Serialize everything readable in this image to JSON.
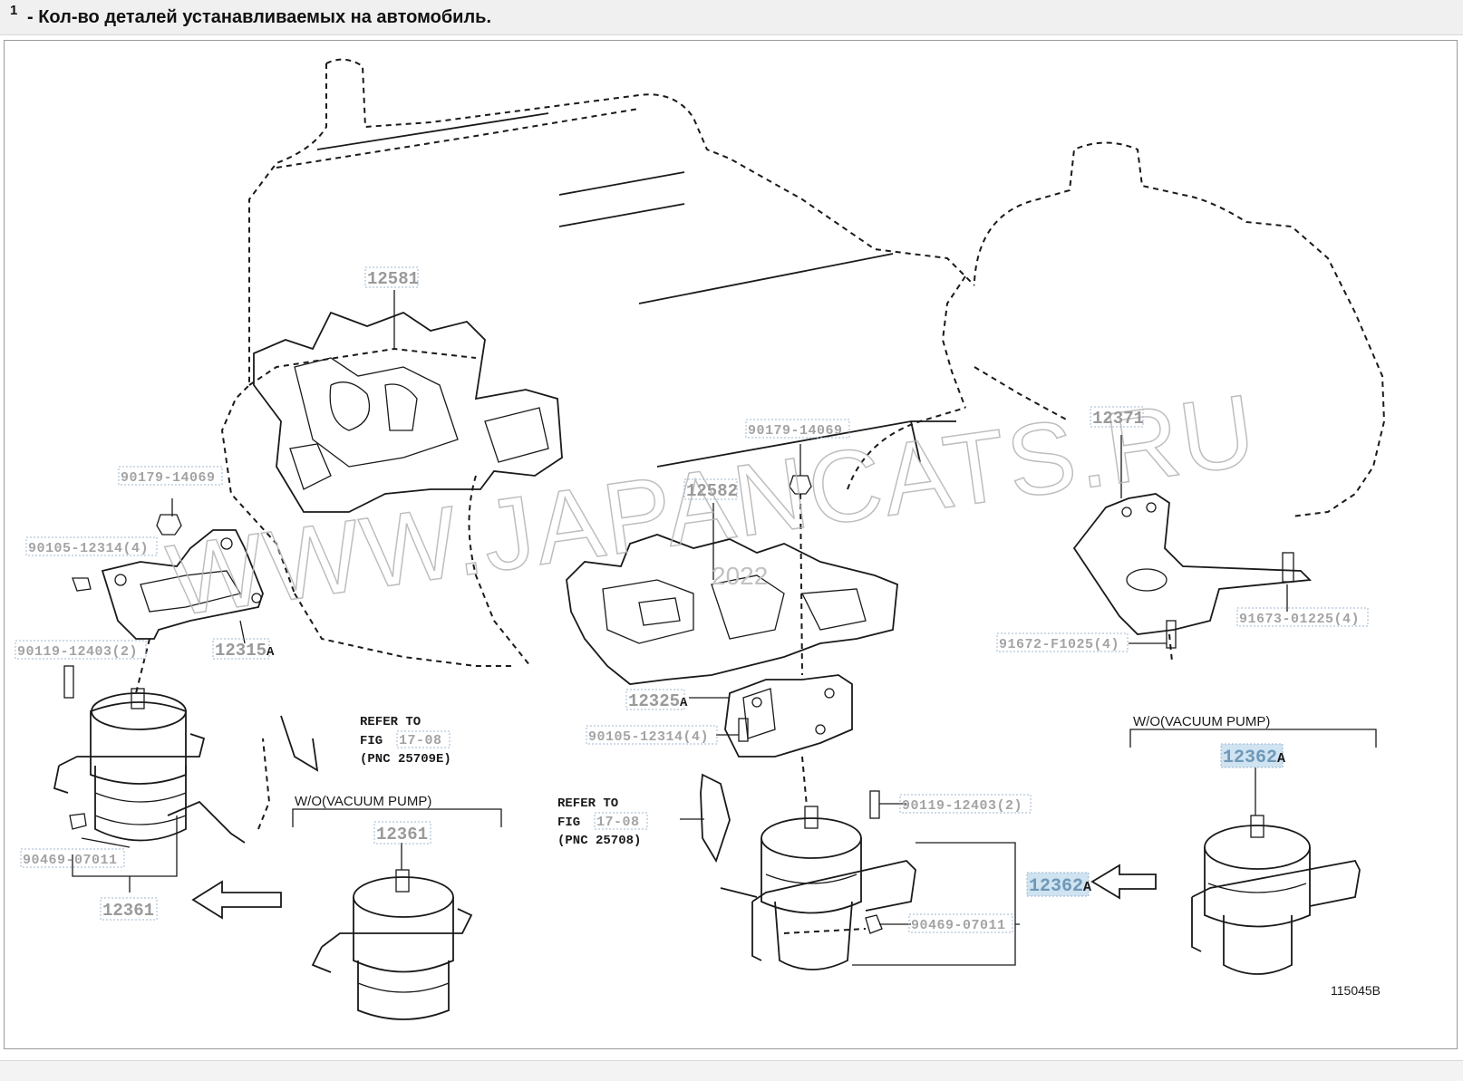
{
  "header": {
    "superscript": "1",
    "note": "- Кол-во деталей устанавливаемых на автомобиль."
  },
  "watermark": "WWW.JAPANCATS.RU",
  "watermark_small": "2022",
  "figure_code": "115045B",
  "parts": {
    "p12581": "12581",
    "p12582": "12582",
    "p12371": "12371",
    "p90179_a": "90179-14069",
    "p90179_b": "90179-14069",
    "p90105_a": "90105-12314(4)",
    "p90105_b": "90105-12314(4)",
    "p12315": "12315",
    "p12315_suffix": "A",
    "p90119_a": "90119-12403(2)",
    "p90119_b": "90119-12403(2)",
    "p90469_a": "90469-07011",
    "p90469_b": "90469-07011",
    "p12361_a": "12361",
    "p12361_b": "12361",
    "p12325": "12325",
    "p12325_suffix": "A",
    "p12362_a": "12362",
    "p12362_a_suffix": "A",
    "p12362_b": "12362",
    "p12362_b_suffix": "A",
    "p91672": "91672-F1025(4)",
    "p91673": "91673-01225(4)"
  },
  "refer_left": {
    "line1": "REFER TO",
    "fig": "FIG",
    "fig_no": "17-08",
    "pnc": "(PNC 25709E)"
  },
  "refer_right": {
    "line1": "REFER TO",
    "fig": "FIG",
    "fig_no": "17-08",
    "pnc": "(PNC 25708)"
  },
  "variants": {
    "left": "W/O(VACUUM PUMP)",
    "right": "W/O(VACUUM PUMP)"
  }
}
